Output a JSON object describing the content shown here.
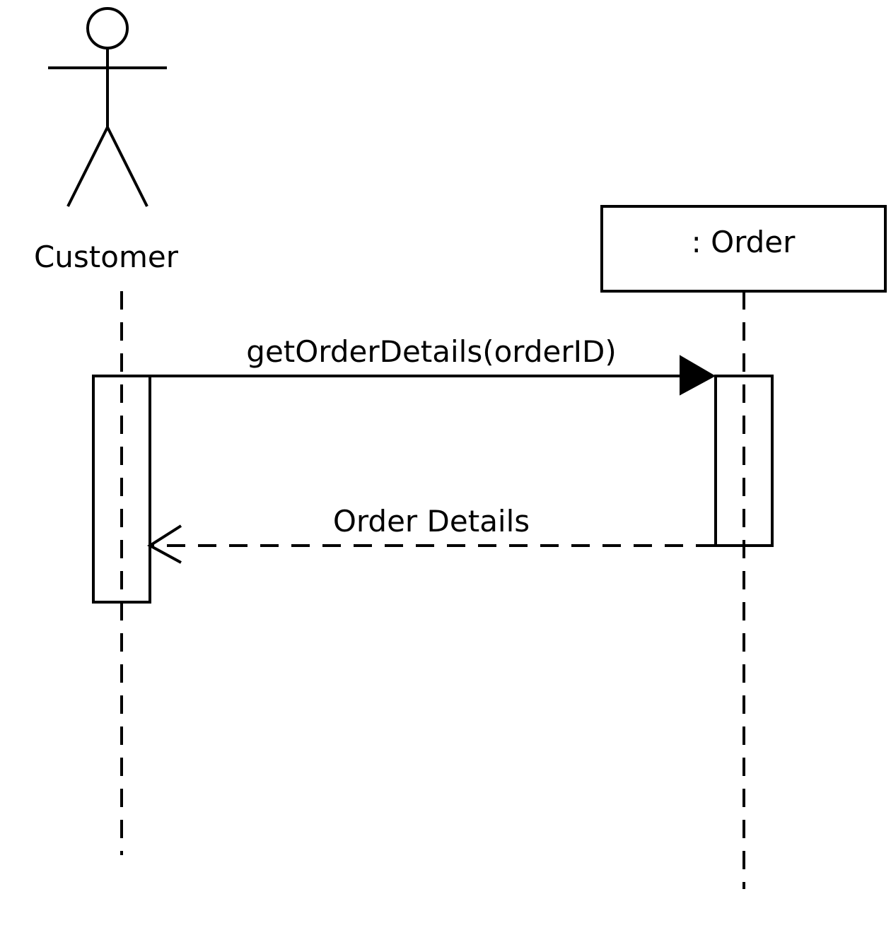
{
  "participants": {
    "actor": {
      "name": "Customer"
    },
    "object": {
      "name": ": Order"
    }
  },
  "messages": {
    "call": {
      "label": "getOrderDetails(orderID)"
    },
    "reply": {
      "label": "Order Details"
    }
  }
}
